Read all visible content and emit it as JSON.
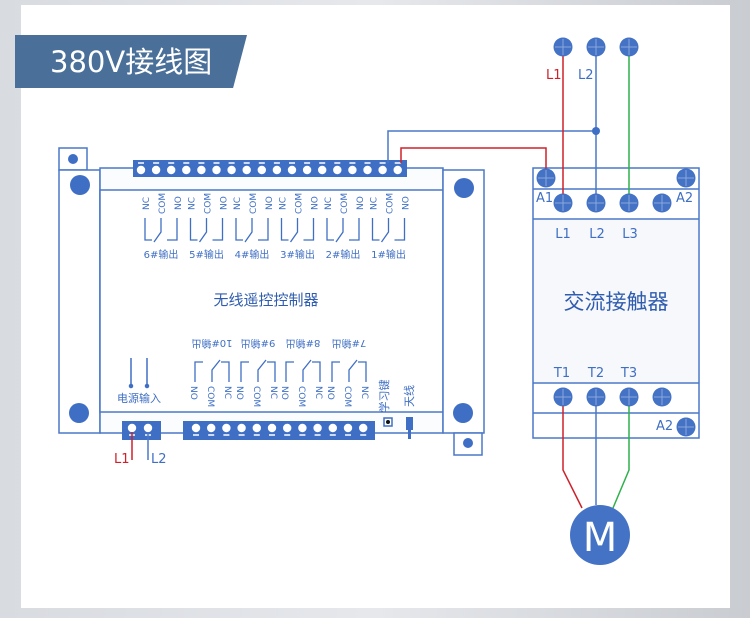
{
  "title": "380V接线图",
  "colors": {
    "accent": "#3f6fc4",
    "line_blue": "#4a78c8",
    "wire_red": "#d0212a",
    "wire_green": "#2fb04a",
    "banner": "#4a6f99"
  },
  "controller": {
    "name": "无线遥控控制器",
    "top_outputs": [
      {
        "label": "6#输出",
        "pins": [
          "NC",
          "COM",
          "NO"
        ]
      },
      {
        "label": "5#输出",
        "pins": [
          "NC",
          "COM",
          "NO"
        ]
      },
      {
        "label": "4#输出",
        "pins": [
          "NC",
          "COM",
          "NO"
        ]
      },
      {
        "label": "3#输出",
        "pins": [
          "NC",
          "COM",
          "NO"
        ]
      },
      {
        "label": "2#输出",
        "pins": [
          "NC",
          "COM",
          "NO"
        ]
      },
      {
        "label": "1#输出",
        "pins": [
          "NC",
          "COM",
          "NO"
        ]
      }
    ],
    "bottom_outputs": [
      {
        "label": "10#输出",
        "pins": [
          "NO",
          "COM",
          "NC"
        ]
      },
      {
        "label": "9#输出",
        "pins": [
          "NO",
          "COM",
          "NC"
        ]
      },
      {
        "label": "8#输出",
        "pins": [
          "NO",
          "COM",
          "NC"
        ]
      },
      {
        "label": "7#输出",
        "pins": [
          "NO",
          "COM",
          "NC"
        ]
      }
    ],
    "power_input_label": "电源输入",
    "learn_key_label": "学习键",
    "antenna_label": "天线",
    "power_terminals": [
      "L1",
      "L2"
    ],
    "top_terminal_count": 18,
    "bottom_terminal_count": 12
  },
  "contactor": {
    "name": "交流接触器",
    "coil_terminals": [
      "A1",
      "A2"
    ],
    "input_terminals": [
      "L1",
      "L2",
      "L3"
    ],
    "output_terminals": [
      "T1",
      "T2",
      "T3"
    ],
    "bottom_coil_label": "A2"
  },
  "supply": {
    "lines": [
      "L1",
      "L2"
    ]
  },
  "motor": {
    "label": "M"
  }
}
